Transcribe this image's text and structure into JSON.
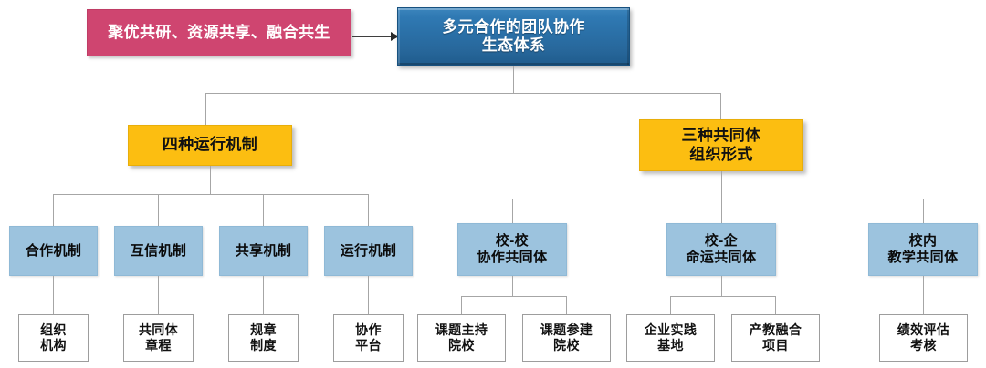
{
  "diagram": {
    "title": "多元合作的团队协作生态体系",
    "type": "organizational-hierarchy",
    "colors": {
      "banner_pink": "#cf4570",
      "root_blue": "#2a6fa6",
      "branch_amber": "#fcbe11",
      "level_steel": "#9cc3de",
      "leaf_white": "#ffffff",
      "connector_gray": "#a6a6a6",
      "arrow_dark": "#2b2b2b"
    },
    "banner": {
      "label": "聚优共研、资源共享、融合共生"
    },
    "root": {
      "label": "多元合作的团队协作\n生态体系"
    },
    "branches": [
      {
        "id": "mechanisms",
        "label": "四种运行机制",
        "children": [
          {
            "label": "合作机制",
            "children": [
              {
                "label": "组织\n机构"
              }
            ]
          },
          {
            "label": "互信机制",
            "children": [
              {
                "label": "共同体\n章程"
              }
            ]
          },
          {
            "label": "共享机制",
            "children": [
              {
                "label": "规章\n制度"
              }
            ]
          },
          {
            "label": "运行机制",
            "children": [
              {
                "label": "协作\n平台"
              }
            ]
          }
        ]
      },
      {
        "id": "communities",
        "label": "三种共同体\n组织形式",
        "children": [
          {
            "label": "校-校\n协作共同体",
            "children": [
              {
                "label": "课题主持\n院校"
              },
              {
                "label": "课题参建\n院校"
              }
            ]
          },
          {
            "label": "校-企\n命运共同体",
            "children": [
              {
                "label": "企业实践\n基地"
              },
              {
                "label": "产教融合\n项目"
              }
            ]
          },
          {
            "label": "校内\n教学共同体",
            "children": [
              {
                "label": "绩效评估\n考核"
              }
            ]
          }
        ]
      }
    ]
  }
}
